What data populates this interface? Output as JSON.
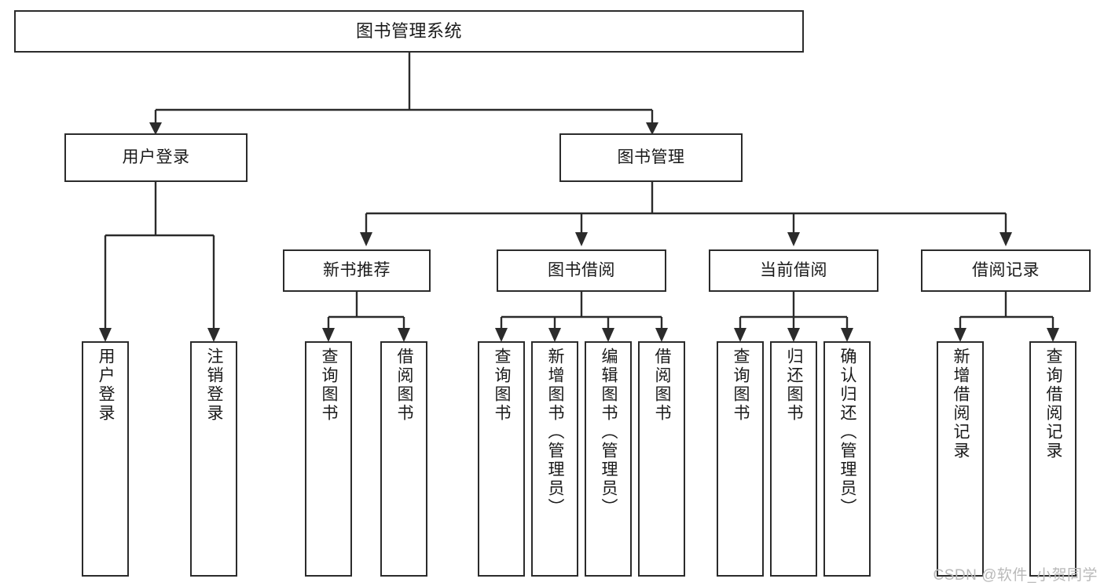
{
  "diagram": {
    "title": "图书管理系统",
    "type": "tree",
    "root": {
      "label": "图书管理系统"
    },
    "level2": [
      {
        "label": "用户登录"
      },
      {
        "label": "图书管理"
      }
    ],
    "level3": [
      {
        "label": "新书推荐"
      },
      {
        "label": "图书借阅"
      },
      {
        "label": "当前借阅"
      },
      {
        "label": "借阅记录"
      }
    ],
    "leaves": {
      "user_login": [
        {
          "label": "用户登录"
        },
        {
          "label": "注销登录"
        }
      ],
      "new_book_recommend": [
        {
          "label": "查询图书"
        },
        {
          "label": "借阅图书"
        }
      ],
      "book_borrow": [
        {
          "label": "查询图书"
        },
        {
          "label": "新增图书（管理员）"
        },
        {
          "label": "编辑图书（管理员）"
        },
        {
          "label": "借阅图书"
        }
      ],
      "current_borrow": [
        {
          "label": "查询图书"
        },
        {
          "label": "归还图书"
        },
        {
          "label": "确认归还（管理员）"
        }
      ],
      "borrow_records": [
        {
          "label": "新增借阅记录"
        },
        {
          "label": "查询借阅记录"
        }
      ]
    }
  },
  "watermark": {
    "text": "CSDN @软件_小贺同学"
  },
  "colors": {
    "stroke": "#2b2b2b",
    "background": "#ffffff",
    "text": "#1a1a1a",
    "watermark": "#b9b9b9"
  }
}
